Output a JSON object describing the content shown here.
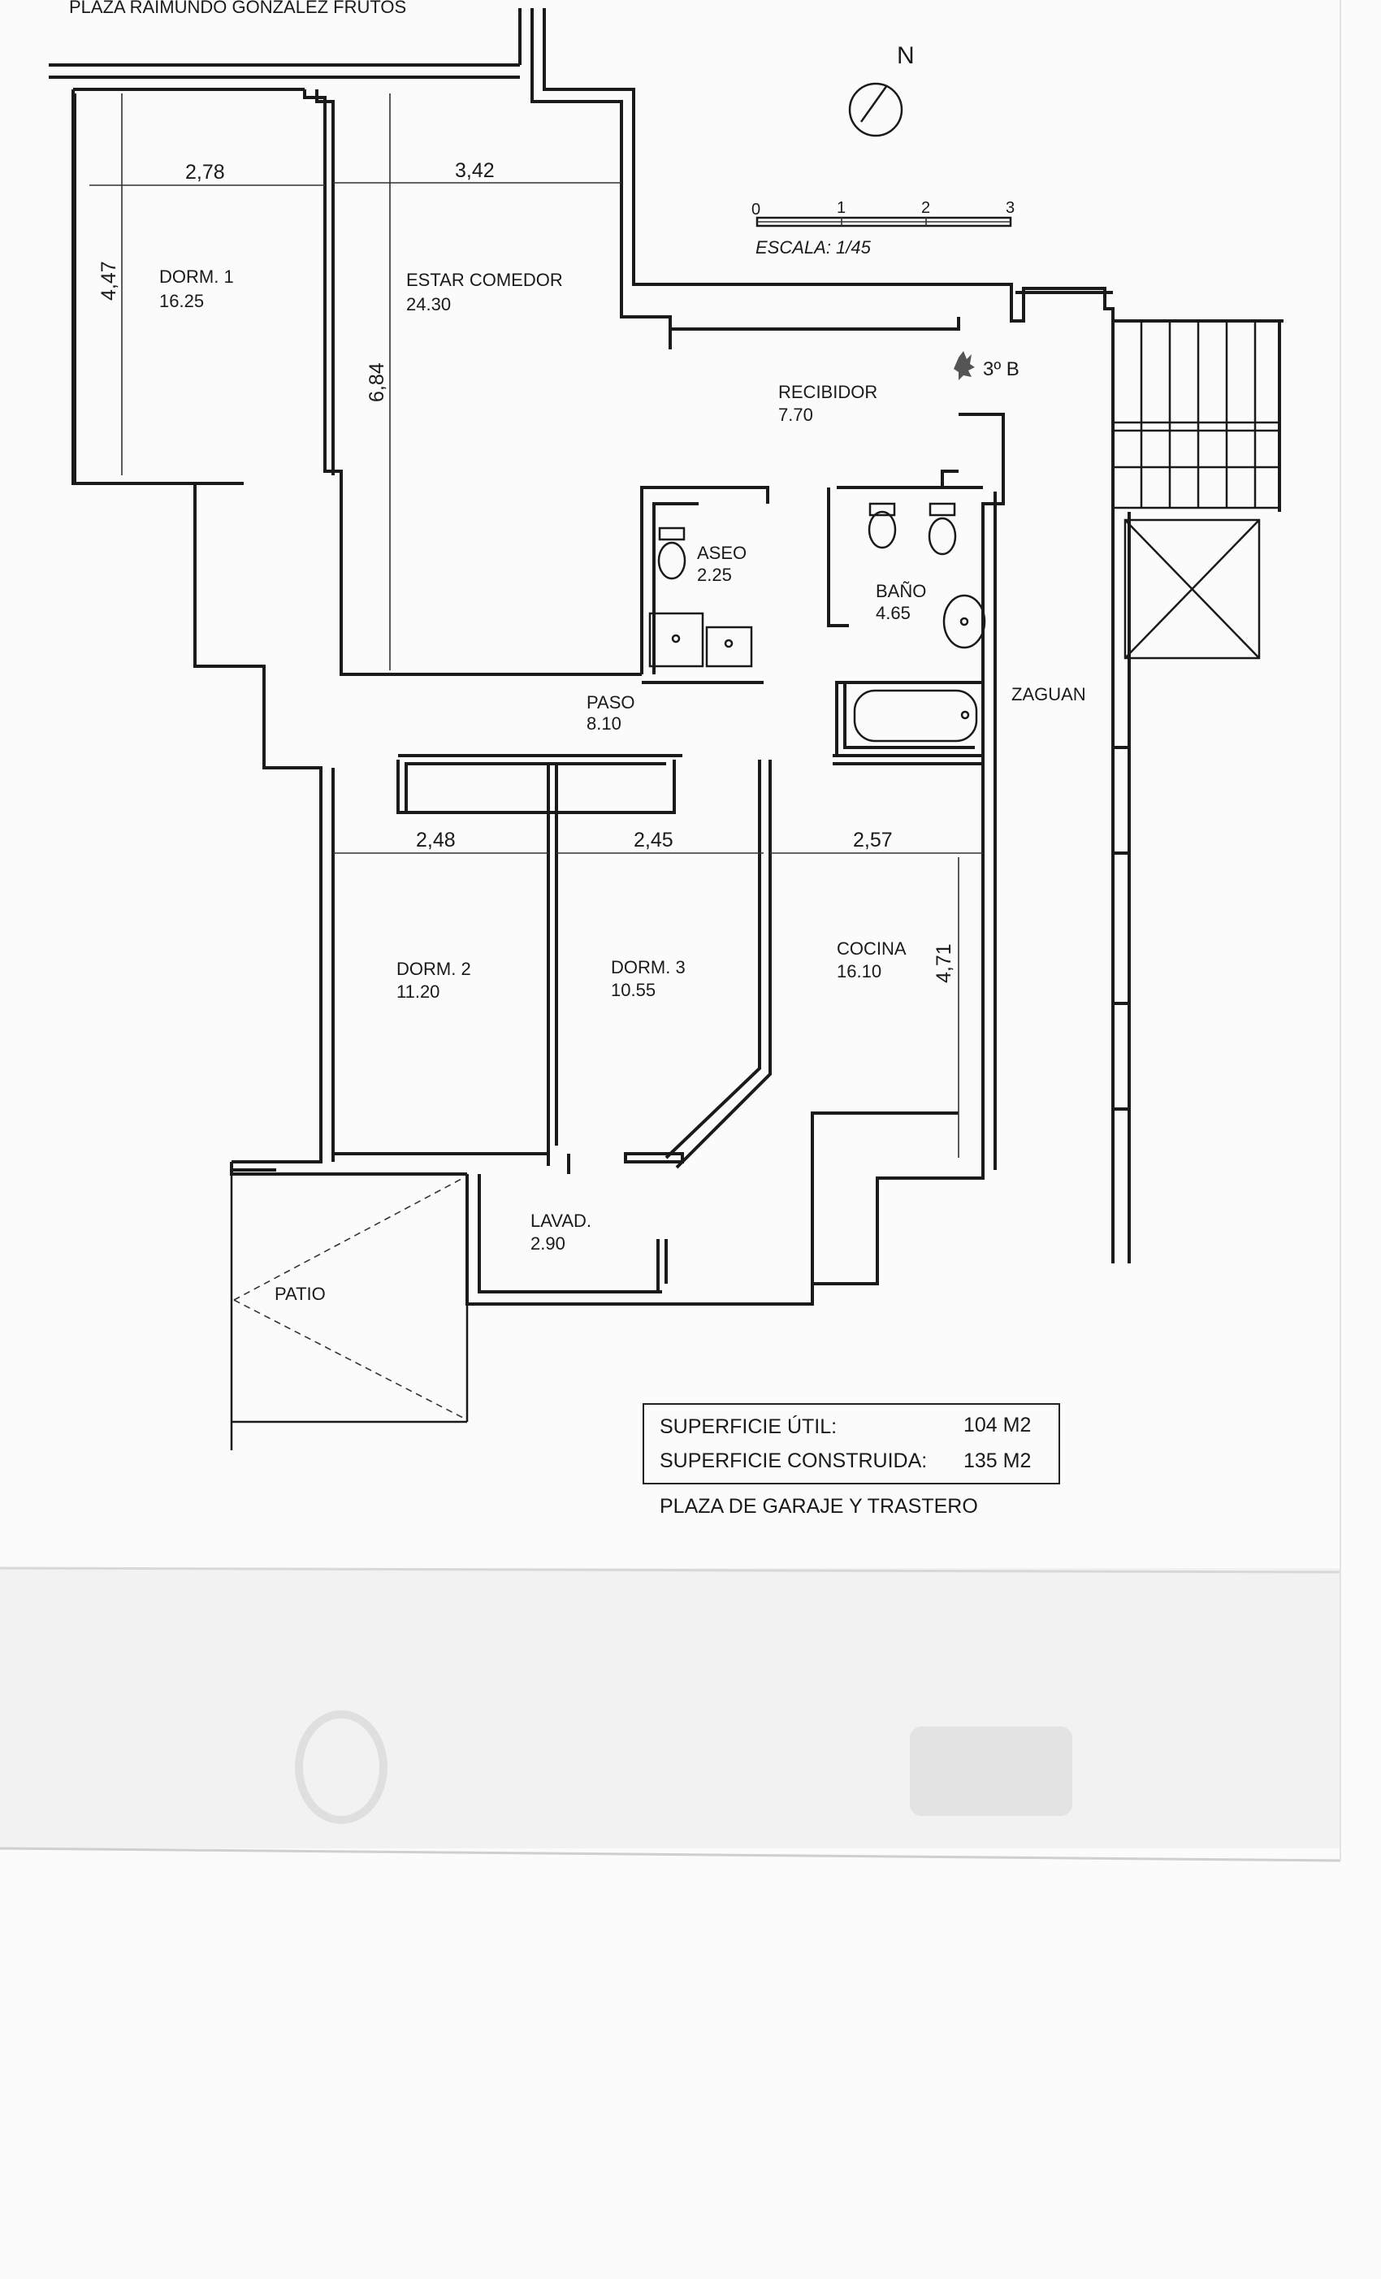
{
  "header": {
    "address": "PLAZA RAIMUNDO GONZALEZ FRUTOS"
  },
  "north_label": "N",
  "scale": {
    "ticks": [
      "0",
      "1",
      "2",
      "3"
    ],
    "label": "ESCALA: 1/45"
  },
  "unit_label": "3º B",
  "rooms": {
    "dorm1": {
      "name": "DORM. 1",
      "area": "16.25"
    },
    "estar": {
      "name": "ESTAR COMEDOR",
      "area": "24.30"
    },
    "recibidor": {
      "name": "RECIBIDOR",
      "area": "7.70"
    },
    "aseo": {
      "name": "ASEO",
      "area": "2.25"
    },
    "bano": {
      "name": "BAÑO",
      "area": "4.65"
    },
    "paso": {
      "name": "PASO",
      "area": "8.10"
    },
    "zaguan": {
      "name": "ZAGUAN"
    },
    "dorm2": {
      "name": "DORM. 2",
      "area": "11.20"
    },
    "dorm3": {
      "name": "DORM. 3",
      "area": "10.55"
    },
    "cocina": {
      "name": "COCINA",
      "area": "16.10"
    },
    "lavad": {
      "name": "LAVAD.",
      "area": "2.90"
    },
    "patio": {
      "name": "PATIO"
    }
  },
  "dimensions": {
    "dorm1_width": "2,78",
    "estar_width": "3,42",
    "dorm1_depth": "4,47",
    "estar_depth": "6,84",
    "dorm2_width": "2,48",
    "dorm3_width": "2,45",
    "cocina_width": "2,57",
    "cocina_depth": "4,71"
  },
  "summary": {
    "useful_label": "SUPERFICIE ÚTIL:",
    "useful_value": "104 M2",
    "built_label": "SUPERFICIE CONSTRUIDA:",
    "built_value": "135 M2",
    "extras": "PLAZA DE GARAJE Y TRASTERO"
  }
}
